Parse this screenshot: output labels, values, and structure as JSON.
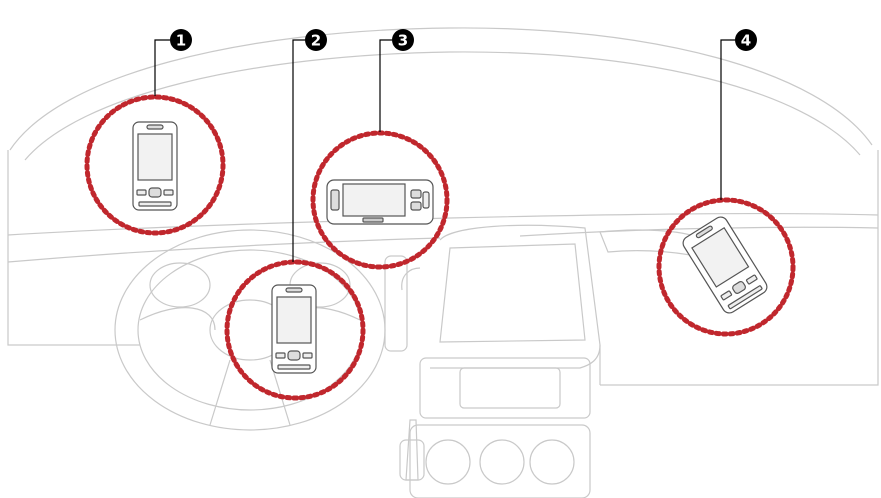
{
  "colors": {
    "ring": "#c0272d",
    "outline": "#c9c9c9",
    "callout_fill": "#000000",
    "device_stroke": "#555555"
  },
  "callouts": [
    {
      "id": "1",
      "label": "1"
    },
    {
      "id": "2",
      "label": "2"
    },
    {
      "id": "3",
      "label": "3"
    },
    {
      "id": "4",
      "label": "4"
    }
  ],
  "mount_positions": [
    {
      "callout": "1",
      "device": "phone-upright-icon"
    },
    {
      "callout": "2",
      "device": "phone-upright-icon"
    },
    {
      "callout": "3",
      "device": "phone-landscape-icon"
    },
    {
      "callout": "4",
      "device": "phone-tilted-icon"
    }
  ]
}
